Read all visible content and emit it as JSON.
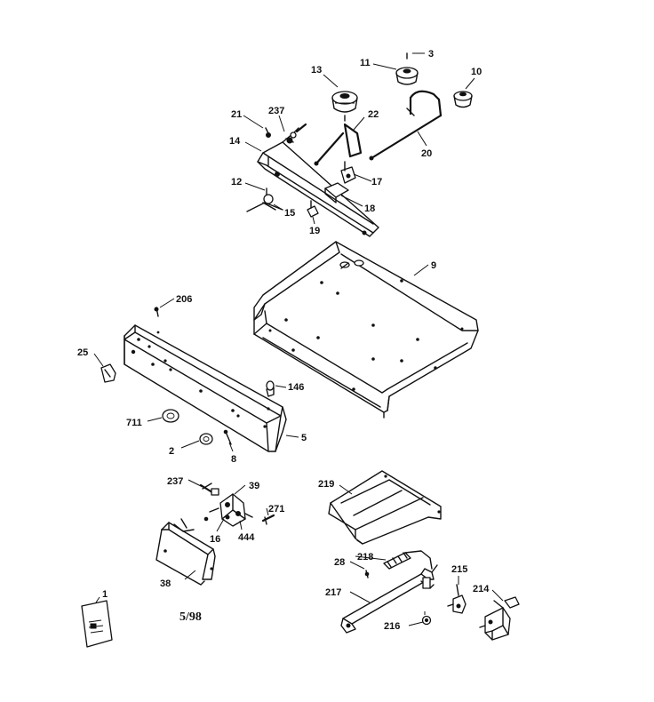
{
  "date_code": "5/98",
  "part_labels": {
    "p1": "1",
    "p2": "2",
    "p3": "3",
    "p5": "5",
    "p8": "8",
    "p9": "9",
    "p10": "10",
    "p11": "11",
    "p12": "12",
    "p13": "13",
    "p14": "14",
    "p15": "15",
    "p16": "16",
    "p17": "17",
    "p18": "18",
    "p19": "19",
    "p20": "20",
    "p21": "21",
    "p22": "22",
    "p25": "25",
    "p28": "28",
    "p38": "38",
    "p39": "39",
    "p146": "146",
    "p206": "206",
    "p214": "214",
    "p215": "215",
    "p216": "216",
    "p217": "217",
    "p218": "218",
    "p219": "219",
    "p237a": "237",
    "p237b": "237",
    "p271": "271",
    "p444": "444",
    "p711": "711"
  }
}
